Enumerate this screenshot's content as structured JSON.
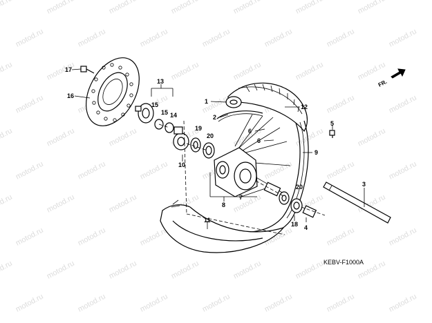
{
  "watermark": "motod.ru",
  "direction_label": "FR.",
  "figure_code": "KEBV-F1000A",
  "callouts": [
    "1",
    "2",
    "3",
    "4",
    "5",
    "6",
    "6",
    "7",
    "8",
    "9",
    "10",
    "11",
    "12",
    "13",
    "14",
    "15",
    "15",
    "16",
    "17",
    "18",
    "19",
    "20",
    "20"
  ]
}
